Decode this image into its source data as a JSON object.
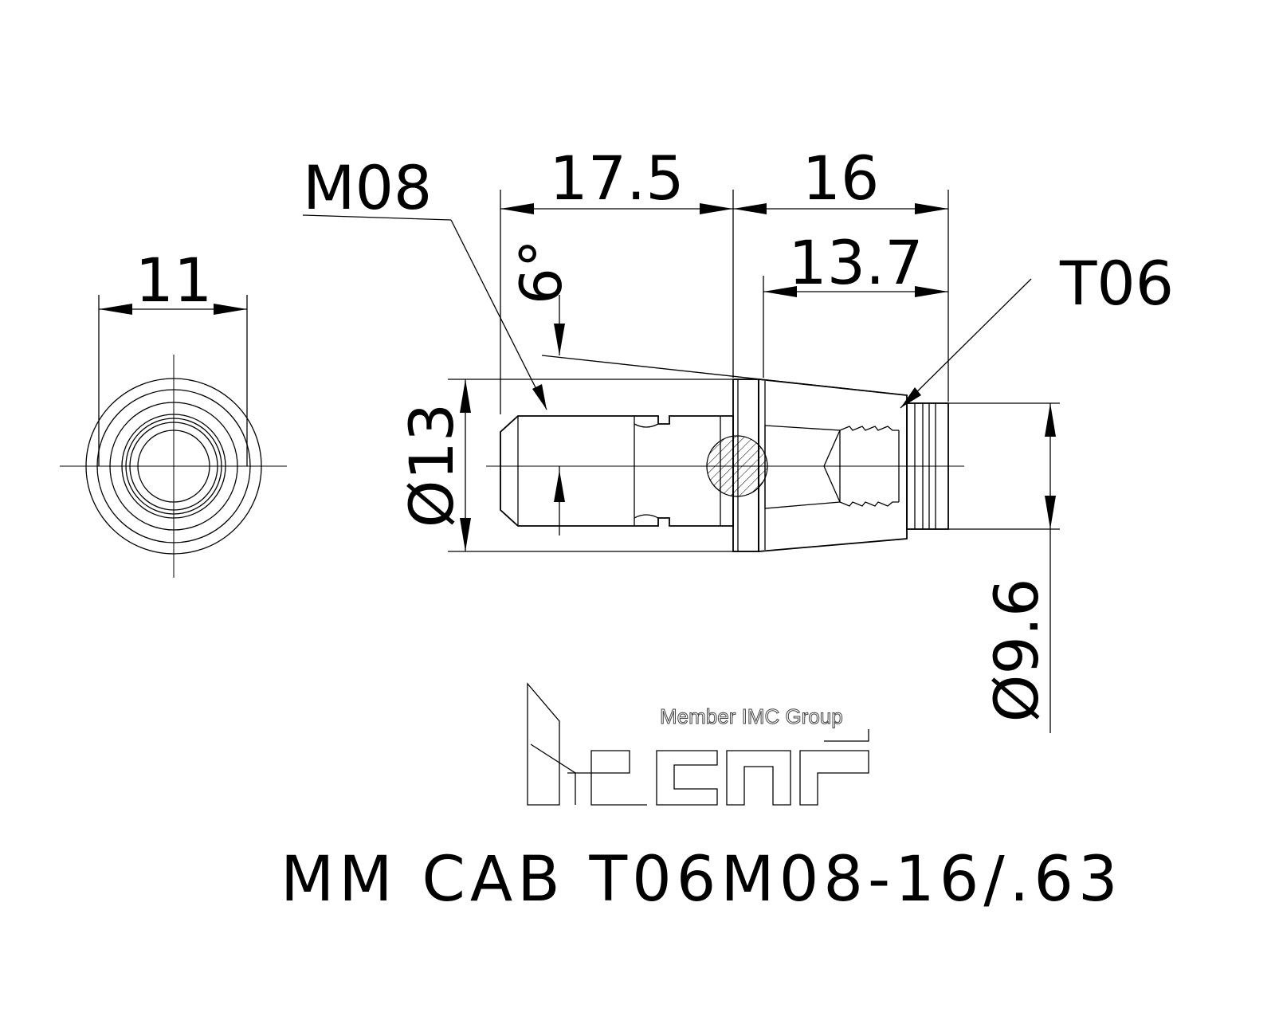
{
  "dimensions": {
    "width_end": "11",
    "length_shank": "17.5",
    "length_head": "16",
    "length_taper": "13.7",
    "angle": "6°",
    "dia_body": "Ø13",
    "dia_tip": "Ø9.6",
    "thread_label": "M08",
    "torx_label": "T06"
  },
  "logo": {
    "tagline": "Member IMC Group"
  },
  "title": "MM CAB T06M08-16/.63"
}
